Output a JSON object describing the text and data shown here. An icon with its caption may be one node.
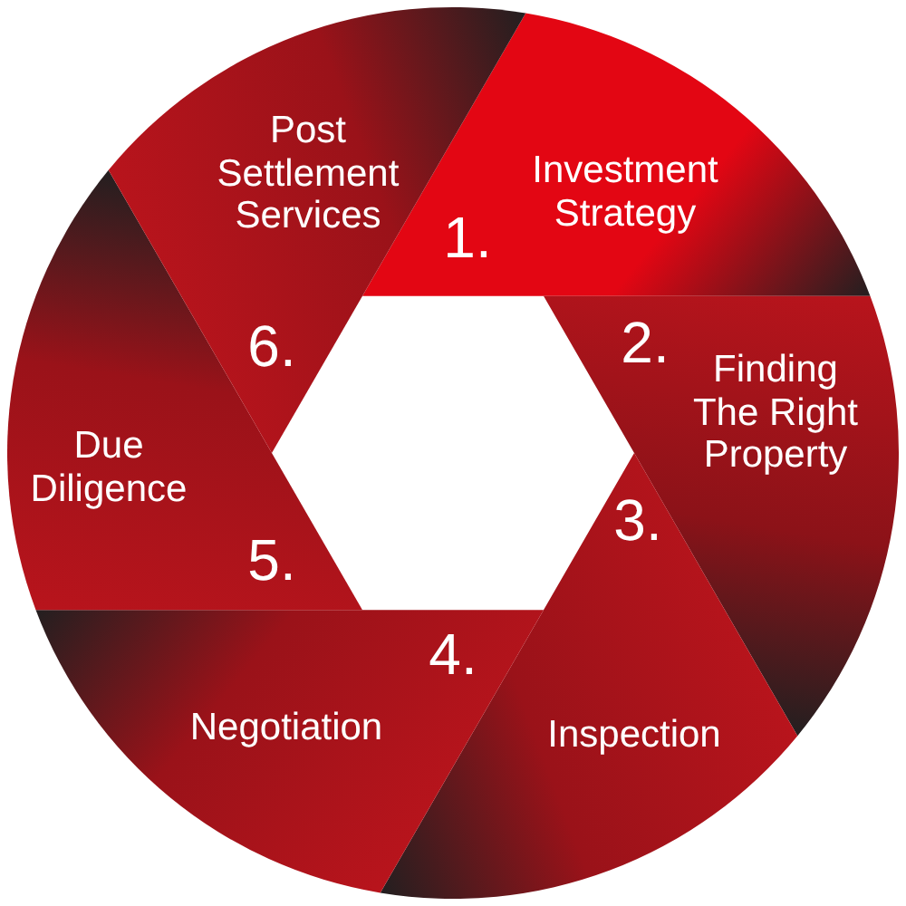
{
  "diagram": {
    "nodes": [
      {
        "text": [
          "Investment Strategy",
          "1."
        ]
      },
      {
        "text": [
          "2.",
          "Finding The Right Property"
        ]
      },
      {
        "text": [
          "3.",
          "Inspection"
        ]
      },
      {
        "text": [
          "4.",
          "Negotiation"
        ]
      },
      {
        "text": [
          "Due Diligence",
          "5."
        ]
      },
      {
        "text": [
          "Post Settlement Services",
          "6."
        ]
      }
    ]
  }
}
